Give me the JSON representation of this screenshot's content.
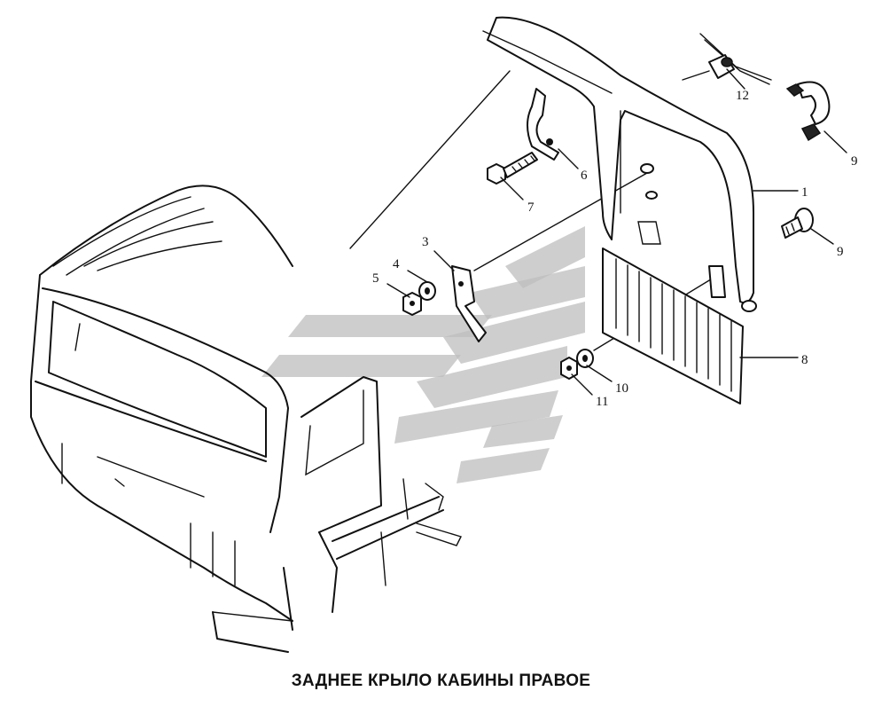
{
  "title": "ЗАДНЕЕ КРЫЛО КАБИНЫ ПРАВОЕ",
  "callouts": [
    {
      "id": "1",
      "label": "1"
    },
    {
      "id": "3",
      "label": "3"
    },
    {
      "id": "4",
      "label": "4"
    },
    {
      "id": "5",
      "label": "5"
    },
    {
      "id": "6",
      "label": "6"
    },
    {
      "id": "7",
      "label": "7"
    },
    {
      "id": "8",
      "label": "8"
    },
    {
      "id": "9a",
      "label": "9"
    },
    {
      "id": "9b",
      "label": "9"
    },
    {
      "id": "10",
      "label": "10"
    },
    {
      "id": "11",
      "label": "11"
    },
    {
      "id": "12",
      "label": "12"
    }
  ],
  "colors": {
    "line": "#111111",
    "watermark": "#bdbdbd",
    "background": "#ffffff"
  }
}
